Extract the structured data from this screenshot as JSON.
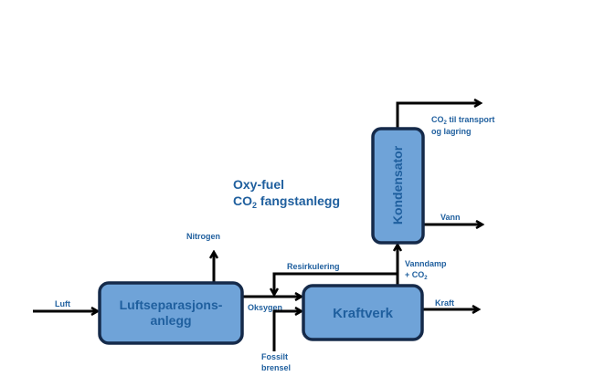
{
  "title": {
    "line1": "Oxy-fuel",
    "line2_prefix": "CO",
    "line2_sub": "2",
    "line2_suffix": " fangstanlegg"
  },
  "nodes": {
    "air_separation": {
      "line1": "Luftseparasjons-",
      "line2": "anlegg"
    },
    "power_plant": {
      "label": "Kraftverk"
    },
    "condenser": {
      "label": "Kondensator"
    }
  },
  "flows": {
    "air": "Luft",
    "nitrogen": "Nitrogen",
    "oxygen": "Oksygen",
    "recirculation": "Resirkulering",
    "fossil_line1": "Fossilt",
    "fossil_line2": "brensel",
    "power": "Kraft",
    "steam_line1": "Vanndamp",
    "steam_line2_prefix": "+ CO",
    "steam_line2_sub": "2",
    "water": "Vann",
    "co2_line1_prefix": "CO",
    "co2_line1_sub": "2",
    "co2_line1_suffix": " til transport",
    "co2_line2": "og lagring"
  },
  "colors": {
    "box_fill": "#6fa3d8",
    "box_border": "#152a4a",
    "text": "#1f5f9e"
  }
}
